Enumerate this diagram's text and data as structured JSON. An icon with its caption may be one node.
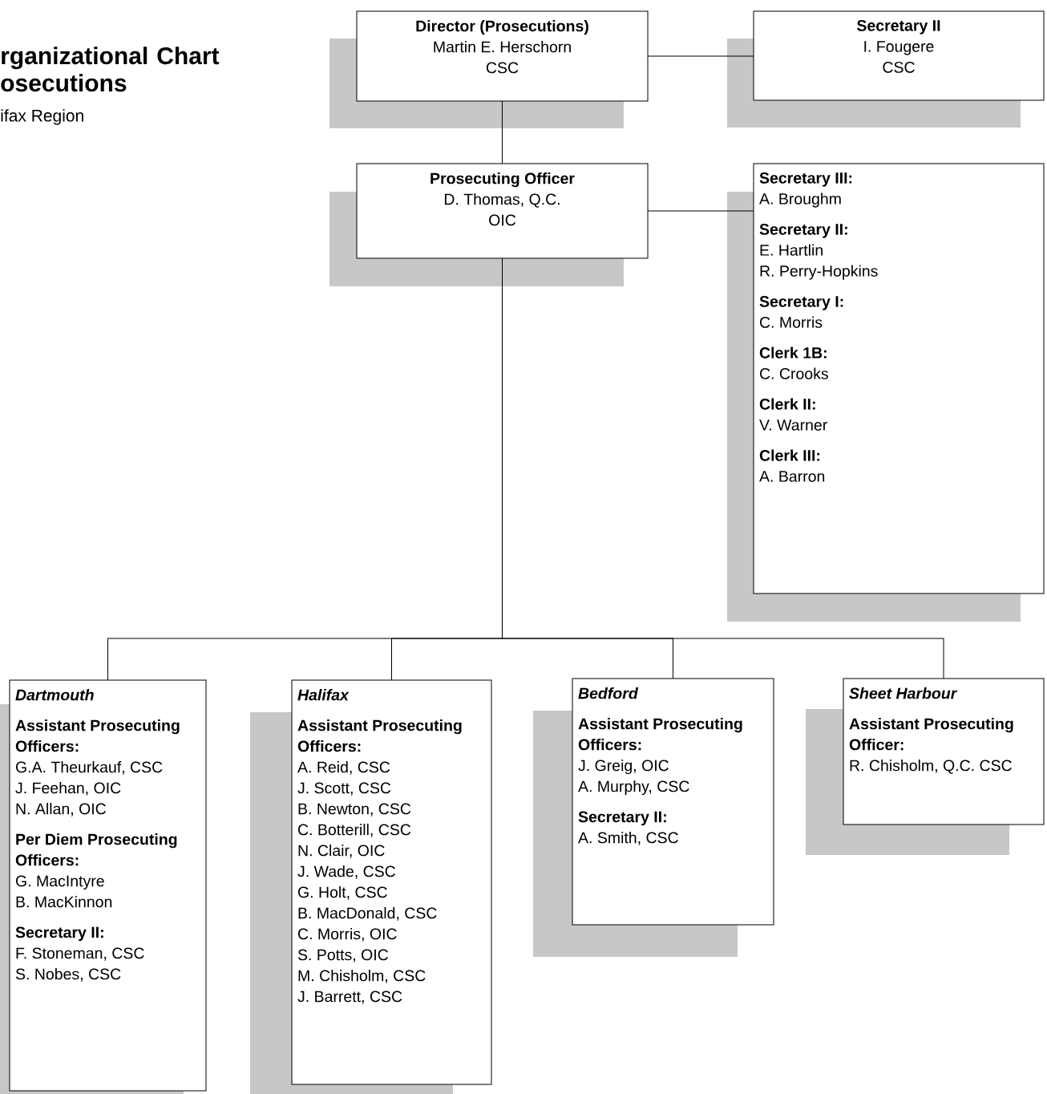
{
  "diagram": {
    "title": "rganizational Chart osecutions",
    "nodes": [
      {
        "text": [
          "Director (Prosecutions)",
          "Martin E. Herschorn",
          "CSC"
        ]
      },
      {
        "text": [
          "Secretary II",
          "I. Fougere",
          "CSC"
        ]
      },
      {
        "text": [
          "Prosecuting Officer",
          "D. Thomas, Q.C.",
          "OIC"
        ]
      },
      {
        "text": [
          "Secretary III:",
          "A. Broughm",
          "Secretary II:",
          "E. Hartlin",
          "R. Perry-Hopkins",
          "Secretary I:",
          "C. Morris",
          "Clerk 1B:",
          "C. Crooks",
          "Clerk II:",
          "V. Warner",
          "Clerk III:",
          "A. Barron"
        ]
      },
      {
        "text": [
          "Dartmouth",
          "Assistant Prosecuting Officers:",
          "G.A. Theurkauf, CSC",
          "J. Feehan, OIC",
          "N. Allan, OIC",
          "Per Diem Prosecuting Officers:",
          "G. MacIntyre",
          "B. MacKinnon",
          "Secretary II:",
          "F. Stoneman, CSC",
          "S. Nobes, CSC"
        ]
      },
      {
        "text": [
          "Halifax",
          "Assistant Prosecuting Officers:",
          "A. Reid, CSC",
          "J. Scott, CSC",
          "B. Newton, CSC",
          "C. Botterill, CSC",
          "N. Clair, OIC",
          "J. Wade, CSC",
          "G. Holt, CSC",
          "B. MacDonald, CSC",
          "C. Morris, OIC",
          "S. Potts, OIC",
          "M. Chisholm, CSC",
          "J. Barrett, CSC"
        ]
      },
      {
        "text": [
          "Bedford",
          "Assistant Prosecuting Officers:",
          "J. Greig, OIC",
          "A. Murphy, CSC",
          "Secretary II:",
          "A. Smith, CSC"
        ]
      },
      {
        "text": [
          "Sheet Harbour",
          "Assistant Prosecuting Officer:",
          "R. Chisholm, Q.C. CSC"
        ]
      }
    ],
    "edges": [
      {
        "from": 0,
        "to": 1,
        "arrow": "none"
      },
      {
        "from": 0,
        "to": 2,
        "arrow": "none"
      },
      {
        "from": 2,
        "to": 3,
        "arrow": "none"
      },
      {
        "from": 2,
        "to": 4,
        "arrow": "none"
      },
      {
        "from": 2,
        "to": 5,
        "arrow": "none"
      },
      {
        "from": 2,
        "to": 6,
        "arrow": "none"
      },
      {
        "from": 2,
        "to": 7,
        "arrow": "none"
      }
    ],
    "labels": [
      "ifax Region"
    ]
  }
}
